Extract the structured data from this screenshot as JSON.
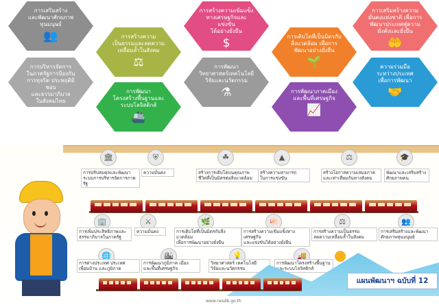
{
  "hexagons": [
    {
      "id": "h1",
      "text": "การเสริมสร้าง\nและพัฒนาศักยภาพ\nทุนมนุษย์",
      "icon": "people-icon",
      "glyph": "👥",
      "color": "#8e8e8e"
    },
    {
      "id": "h2",
      "text": "การสร้างความ\nเป็นธรรมและลดความ\nเหลื่อมล้ำในสังคม",
      "icon": "scales-icon",
      "glyph": "⚖",
      "color": "#a6b545"
    },
    {
      "id": "h3",
      "text": "การสร้างความเข้มแข็ง\nทางเศรษฐกิจและแข่งขัน\nได้อย่างยั่งยืน",
      "icon": "money-bag-icon",
      "glyph": "$",
      "color": "#e24d84"
    },
    {
      "id": "h4",
      "text": "การเติบโตที่เป็นมิตรกับ\nสิ่งแวดล้อม เพื่อการ\nพัฒนาอย่างยั่งยืน",
      "icon": "plant-icon",
      "glyph": "🌱",
      "color": "#f1802a"
    },
    {
      "id": "h5",
      "text": "การเสริมสร้างความ\nมั่นคงแห่งชาติ เพื่อการ\nพัฒนาประเทศสู่ความ\nมั่งคั่งและยั่งยืน",
      "icon": "hand-heart-icon",
      "glyph": "🤲",
      "color": "#f07072"
    },
    {
      "id": "h6",
      "text": "การบริหารจัดการ\nในภาครัฐการป้องกัน\nการทุจริต ประพฤติมิชอบ\nและธรรมาภิบาล\nในสังคมไทย",
      "icon": "no-corruption-icon",
      "glyph": "✕",
      "color": "#a9a9a9"
    },
    {
      "id": "h7",
      "text": "การพัฒนา\nวิทยาศาสตร์เทคโนโลยี\nวิจัยและนวัตกรรม",
      "icon": "flask-icon",
      "glyph": "⚗",
      "color": "#9b9b9b"
    },
    {
      "id": "h8",
      "text": "ความร่วมมือ\nระหว่างประเทศ\nเพื่อการพัฒนา",
      "icon": "handshake-icon",
      "glyph": "🤝",
      "color": "#2b9bd6"
    },
    {
      "id": "h9",
      "text": "การพัฒนา\nโครงสร้างพื้นฐานและ\nระบบโลจิสติกส์",
      "icon": "cargo-ship-icon",
      "glyph": "🚢",
      "color": "#33b24b"
    },
    {
      "id": "h10",
      "text": "การพัฒนาภาคเมือง\nและพื้นที่เศรษฐกิจ",
      "icon": "growth-arrow-icon",
      "glyph": "📈",
      "color": "#8e4fb0"
    }
  ],
  "top_labels": [
    {
      "text": "การปรับสมดุลและพัฒนา\nระบบการบริหารจัดการภาครัฐ",
      "icon": "government-building-icon",
      "glyph": "🏛"
    },
    {
      "text": "ความมั่นคง",
      "icon": "shield-icon",
      "glyph": "⛨"
    },
    {
      "text": "สร้างการเติบโตบนคุณภาพ\nชีวิตที่เป็นมิตรต่อสิ่งแวดล้อม",
      "icon": "leaf-icon",
      "glyph": "☘"
    },
    {
      "text": "สร้างความสามารถ\nในการแข่งขัน",
      "icon": "chart-icon",
      "glyph": "▲"
    },
    {
      "text": "สร้างโอกาสความเสมอภาค\nและเท่าเทียมกันทางสังคม",
      "icon": "balance-icon",
      "glyph": "⚖"
    },
    {
      "text": "พัฒนาและเสริมสร้าง\nศักยภาพคน",
      "icon": "graduation-cap-icon",
      "glyph": "🎓"
    }
  ],
  "middle_labels": [
    {
      "text": "การเพิ่มประสิทธิภาพและ\nธรรมาภิบาลในภาครัฐ",
      "icon": "building-icon",
      "glyph": "🏢"
    },
    {
      "text": "ความมั่นคง",
      "icon": "soldier-icon",
      "glyph": "⚔"
    },
    {
      "text": "การเติบโตที่เป็นมิตรกับสิ่งแวดล้อม\nเพื่อการพัฒนาอย่างยั่งยืน",
      "icon": "plant-icon",
      "glyph": "🌿"
    },
    {
      "text": "การสร้างความเข้มแข็งทางเศรษฐกิจ\nและแข่งขันได้อย่างยั่งยืน",
      "icon": "piggy-bank-icon",
      "glyph": "🐖"
    },
    {
      "text": "การสร้างความเป็นธรรม\nลดความเหลื่อมล้ำในสังคม",
      "icon": "scales-icon",
      "glyph": "⚖"
    },
    {
      "text": "การเสริมสร้างและพัฒนา\nศักยภาพทุนมนุษย์",
      "icon": "people-icon",
      "glyph": "👥"
    }
  ],
  "bottom_labels": [
    {
      "text": "การต่างประเทศ ประเทศ\nเพื่อนบ้าน และภูมิภาค",
      "icon": "globe-icon",
      "glyph": "🌐"
    },
    {
      "text": "การพัฒนาภูมิภาค เมือง\nและพื้นที่เศรษฐกิจ",
      "icon": "city-icon",
      "glyph": "🏙"
    },
    {
      "text": "วิทยาศาสตร์ เทคโนโลยี\nวิจัยและนวัตกรรม",
      "icon": "lightbulb-icon",
      "glyph": "💡"
    },
    {
      "text": "การพัฒนาโครงสร้างพื้นฐาน\nและระบบโลจิสติกส์",
      "icon": "truck-icon",
      "glyph": "🚚"
    }
  ],
  "plan_banner": "แผนพัฒนาฯ ฉบับที่ 12",
  "footer_url": "www.nesdb.go.th",
  "colors": {
    "train_red": "#b5121b",
    "banner_bg": "#ffffff",
    "banner_text": "#1a3f8f",
    "sky_blue": "#6fc6ea"
  }
}
